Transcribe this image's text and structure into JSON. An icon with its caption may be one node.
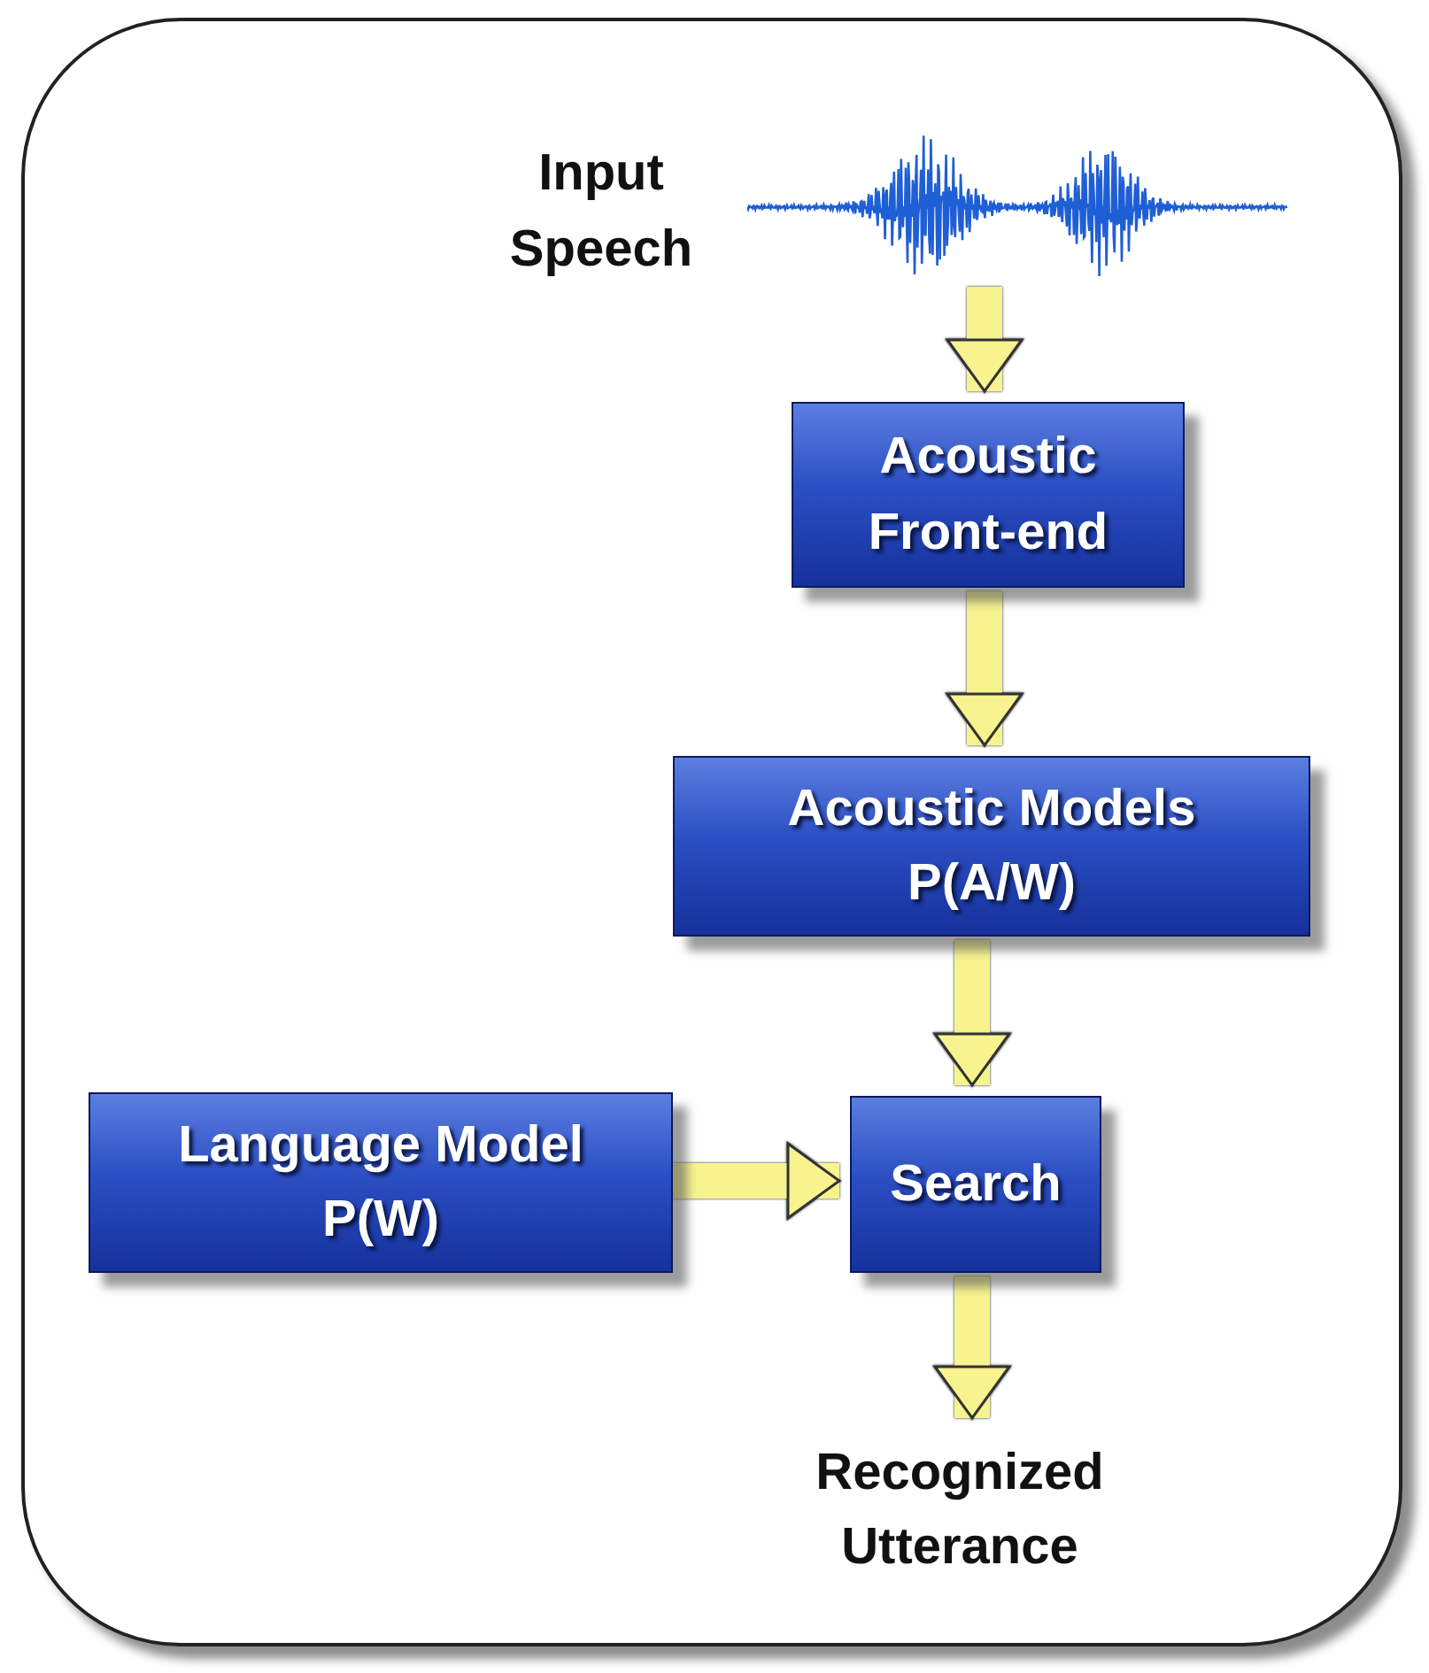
{
  "diagram": {
    "nodes": [
      {
        "text": [],
        "shape": "box"
      },
      {
        "text": [
          "Input Speech"
        ],
        "in": 0
      },
      {
        "text": [],
        "shape": "picture",
        "in": 0
      },
      {
        "text": [
          "Acoustic Front-end"
        ],
        "in": 0
      },
      {
        "text": [
          "Acoustic Models P(A/W)"
        ],
        "in": 0
      },
      {
        "text": [
          "Language Model P(W)"
        ],
        "in": 0
      },
      {
        "text": [
          "Search"
        ],
        "in": 0
      },
      {
        "text": [
          "Recognized Utterance"
        ],
        "in": 0
      }
    ],
    "edges": [
      {
        "from": 2,
        "to": 3,
        "arrow": "to"
      },
      {
        "from": 3,
        "to": 4,
        "arrow": "to"
      },
      {
        "from": 4,
        "to": 6,
        "arrow": "to"
      },
      {
        "from": 5,
        "to": 6,
        "arrow": "to"
      },
      {
        "from": 6,
        "to": 7,
        "arrow": "to"
      }
    ]
  }
}
